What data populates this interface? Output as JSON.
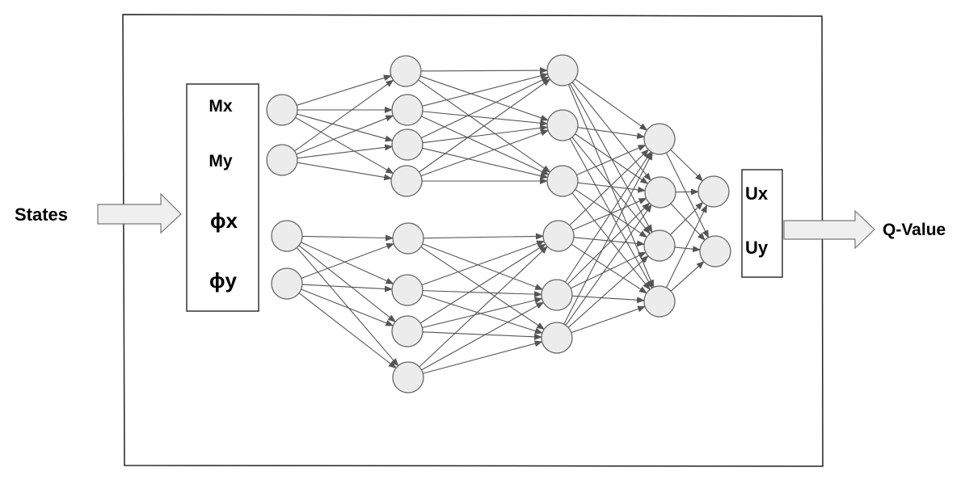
{
  "input_label": "States",
  "output_label": "Q-Value",
  "state_variables": [
    "Mx",
    "My",
    "ϕx",
    "ϕy"
  ],
  "action_variables": [
    "Ux",
    "Uy"
  ],
  "colors": {
    "node_fill": "#ececec",
    "node_stroke": "#666666",
    "edge": "#555555",
    "arrow_fill": "#efefef"
  }
}
